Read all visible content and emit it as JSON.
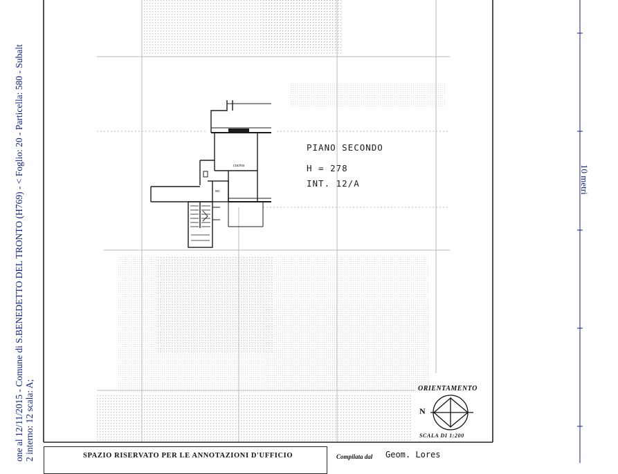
{
  "margin_text": {
    "line1": "one al 12/11/2015 - Comune di S.BENEDETTO DEL TRONTO (H769) - < Foglio: 20 - Particella: 580 - Subalt",
    "line2": "2 interno: 12 scala: A;"
  },
  "scale_bar": {
    "label": "10 metri"
  },
  "plan": {
    "floor_title": "PIANO SECONDO",
    "height_note": "H = 278",
    "unit_note": "INT. 12/A",
    "room_label_1": "cucina",
    "room_label_2": "wc"
  },
  "orientation": {
    "title": "ORIENTAMENTO",
    "north_letter": "N",
    "scale_note": "SCALA DI 1:200"
  },
  "footer": {
    "office_note": "SPAZIO RISERVATO PER LE ANNOTAZIONI D'UFFICIO",
    "compiled_label": "Compilata dal",
    "compiled_name": "Geom. Lores"
  },
  "colors": {
    "ink": "#1b1b1b",
    "grid": "#b9b9b9",
    "margin_text": "#0d1e8a"
  }
}
